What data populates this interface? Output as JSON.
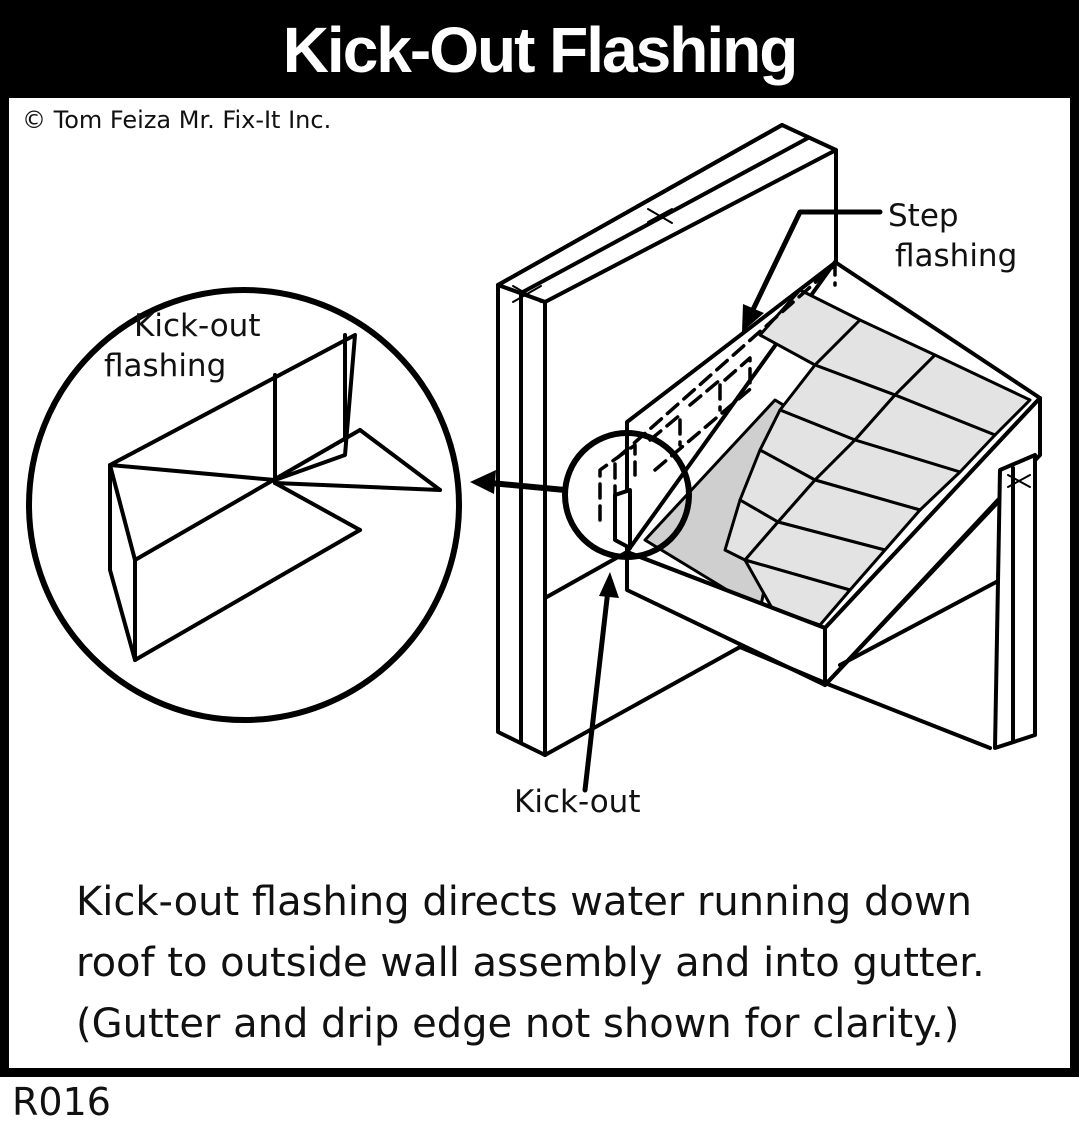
{
  "title": "Kick-Out Flashing",
  "copyright": "© Tom Feiza Mr. Fix-It Inc.",
  "labels": {
    "step_flashing_line1": "Step",
    "step_flashing_line2": "flashing",
    "detail_line1": "Kick-out",
    "detail_line2": "flashing",
    "kick_out": "Kick-out"
  },
  "caption": [
    "Kick-out flashing directs water running down",
    "roof to outside wall assembly and into gutter.",
    "(Gutter and drip edge not shown for clarity.)"
  ],
  "code": "R016",
  "colors": {
    "frame": "#000000",
    "title_text": "#ffffff",
    "shingle_fill": "#e3e3e3",
    "underlayment_fill": "#cfcfcf",
    "line": "#000000"
  }
}
